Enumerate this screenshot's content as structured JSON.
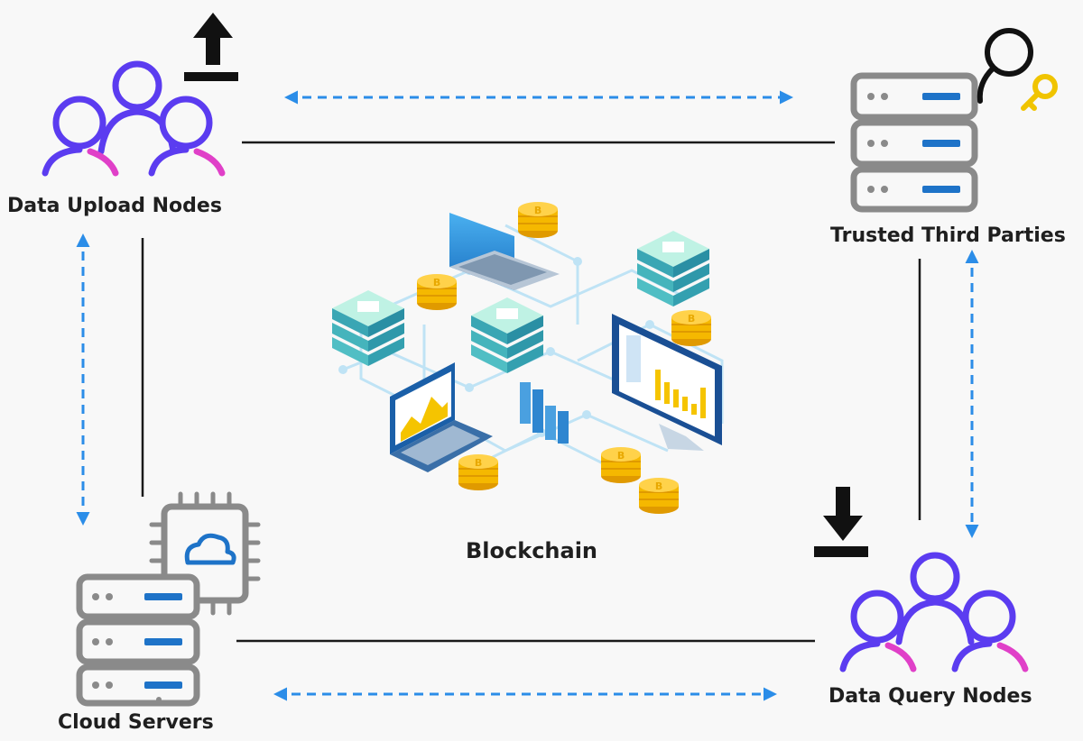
{
  "nodes": {
    "upload": {
      "label": "Data Upload Nodes",
      "icon": "users-upload-icon"
    },
    "ttp": {
      "label": "Trusted Third Parties",
      "icon": "server-key-icon"
    },
    "cloud": {
      "label": "Cloud Servers",
      "icon": "server-cloud-chip-icon"
    },
    "query": {
      "label": "Data Query Nodes",
      "icon": "users-download-icon"
    }
  },
  "center": {
    "label": "Blockchain",
    "icon": "blockchain-network-illustration"
  },
  "colors": {
    "people_stroke": "#5b3cf0",
    "people_accent": "#e040c8",
    "server_gray": "#8a8a8a",
    "server_slot": "#1e73c8",
    "arrow_dashed": "#2b8de8",
    "line_solid": "#1a1a1a",
    "key": "#f0c400",
    "coin": "#f5b800"
  }
}
